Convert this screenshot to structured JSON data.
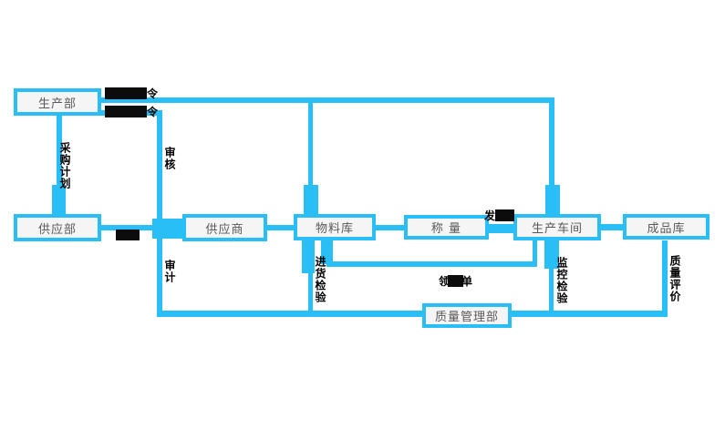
{
  "colors": {
    "line": "#29bef5",
    "node_fill": "#f5f5f5",
    "node_text": "#595959",
    "label_text": "#000000",
    "redaction": "#0c0c0c"
  },
  "nodes": {
    "production_dept": "生产部",
    "supply_dept": "供应部",
    "supplier": "供应商",
    "material_warehouse": "物料库",
    "weighing": "称 量",
    "production_workshop": "生产车间",
    "finished_goods_warehouse": "成品库",
    "quality_management_dept": "质量管理部"
  },
  "edge_labels": {
    "procurement_plan": "采购计划",
    "review": "审核",
    "audit": "审计",
    "incoming_inspection": "进货检验",
    "monitoring_inspection": "监控检验",
    "quality_evaluation": "质量评价",
    "order_top_visible": "令",
    "order_bottom_visible": "令",
    "dispatch_visible": "发",
    "requisition_prefix": "领",
    "requisition_suffix": "单"
  },
  "redactions": {
    "note": "several edge labels are covered by solid black highlight bars",
    "bars": [
      "order-top",
      "order-bottom",
      "procure-label",
      "dispatch-label",
      "requisition-middle"
    ]
  },
  "edges": [
    {
      "from": "生产部",
      "to": "供应部",
      "label": "采购计划"
    },
    {
      "from": "生产部",
      "to": "生产车间",
      "label": "令 (partly redacted)"
    },
    {
      "from": "生产部",
      "to": "物料库",
      "label": ""
    },
    {
      "from": "生产部",
      "to": "供应商/质量线",
      "label": "令 (partly redacted), 审核, 审计"
    },
    {
      "from": "供应部",
      "to": "供应商",
      "label": "(redacted)"
    },
    {
      "from": "供应商",
      "to": "物料库",
      "label": ""
    },
    {
      "from": "物料库",
      "to": "称 量",
      "label": ""
    },
    {
      "from": "称 量",
      "to": "生产车间",
      "label": "发 (partly redacted)"
    },
    {
      "from": "生产车间",
      "to": "成品库",
      "label": ""
    },
    {
      "from": "物料库",
      "to": "生产车间",
      "label": "领…单 (partly redacted)"
    },
    {
      "from": "物料库",
      "to": "质量管理部",
      "label": "进货检验"
    },
    {
      "from": "生产车间",
      "to": "质量管理部",
      "label": "监控检验"
    },
    {
      "from": "成品库",
      "to": "质量管理部",
      "label": "质量评价"
    }
  ]
}
